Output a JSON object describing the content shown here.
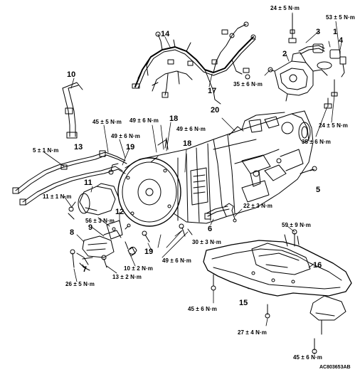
{
  "diagram": {
    "code": "AC803653AB",
    "callouts": {
      "c1": "1",
      "c2": "2",
      "c3": "3",
      "c4": "4",
      "c5": "5",
      "c6": "6",
      "c7": "7",
      "c8": "8",
      "c9": "9",
      "c10": "10",
      "c11": "11",
      "c12": "12",
      "c13": "13",
      "c14": "14",
      "c15": "15",
      "c16": "16",
      "c17": "17",
      "c18a": "18",
      "c18b": "18",
      "c19a": "19",
      "c19b": "19",
      "c20": "20"
    },
    "torques": {
      "t24_top": "24 ± 5 N·m",
      "t53": "53 ± 5 N·m",
      "t35_upper": "35 ± 6 N·m",
      "t24_right": "24 ± 5 N·m",
      "t35_right": "35 ± 6 N·m",
      "t45_5": "45 ± 5 N·m",
      "t49_a": "49 ± 6 N·m",
      "t49_b": "49 ± 6 N·m",
      "t49_c": "49 ± 6 N·m",
      "t5_1": "5 ± 1 N·m",
      "t11_1": "11 ± 1 N·m",
      "t22_3": "22 ± 3 N·m",
      "t59_9": "59 ± 9 N·m",
      "t56_3": "56 ± 3 N·m",
      "t30_3": "30 ± 3 N·m",
      "t49_d": "49 ± 6 N·m",
      "t10_2": "10 ± 2 N·m",
      "t13_2": "13 ± 2 N·m",
      "t26_5": "26 ± 5 N·m",
      "t45_6_left": "45 ± 6 N·m",
      "t27_4": "27 ± 4 N·m",
      "t45_6_bottom": "45 ± 6 N·m"
    }
  }
}
